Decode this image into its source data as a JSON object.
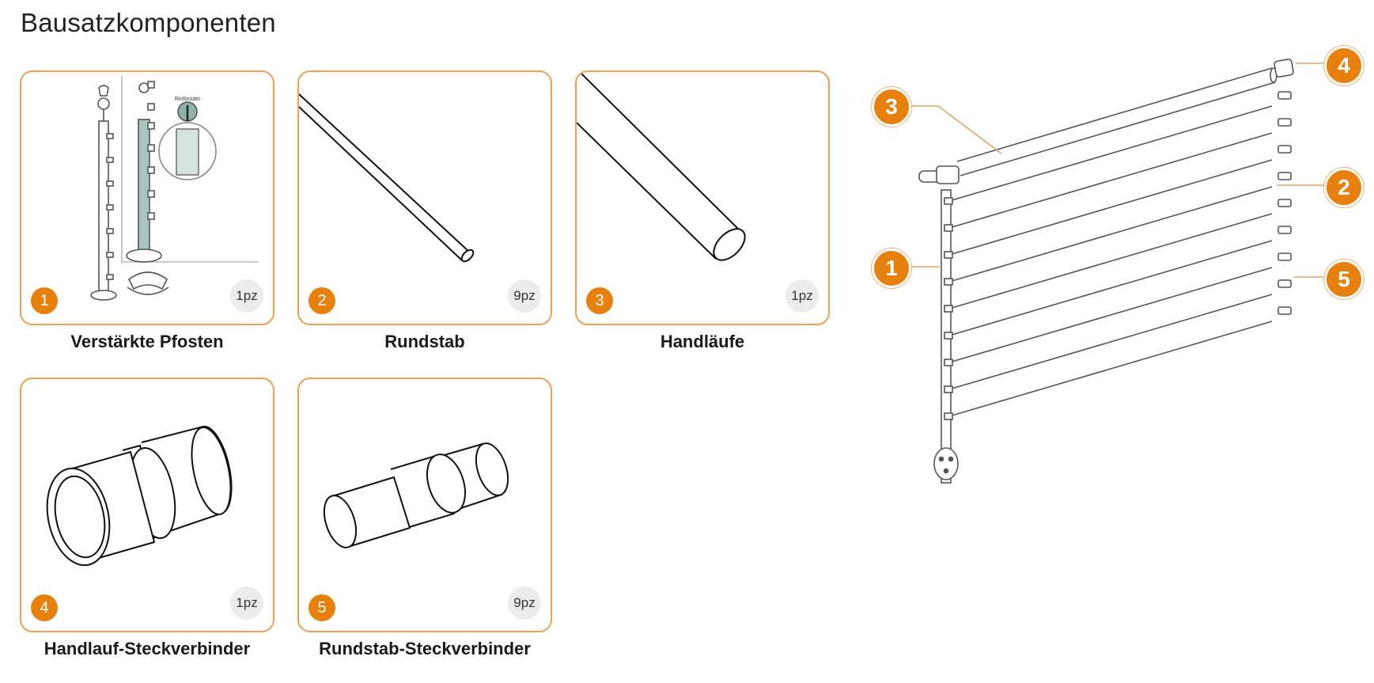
{
  "page": {
    "title": "Bausatzkomponenten"
  },
  "cards": [
    {
      "number": "1",
      "quantity": "1pz",
      "label": "Verstärkte Pfosten",
      "inset_label": "Rinforzato"
    },
    {
      "number": "2",
      "quantity": "9pz",
      "label": "Rundstab"
    },
    {
      "number": "3",
      "quantity": "1pz",
      "label": "Handläufe"
    },
    {
      "number": "4",
      "quantity": "1pz",
      "label": "Handlauf-Steckverbinder"
    },
    {
      "number": "5",
      "quantity": "9pz",
      "label": "Rundstab-Steckverbinder"
    }
  ],
  "diagram": {
    "callouts": [
      "1",
      "2",
      "3",
      "4",
      "5"
    ]
  },
  "colors": {
    "accent": "#e8800e",
    "card_border": "#f0a050",
    "qty_badge": "#ececec"
  }
}
